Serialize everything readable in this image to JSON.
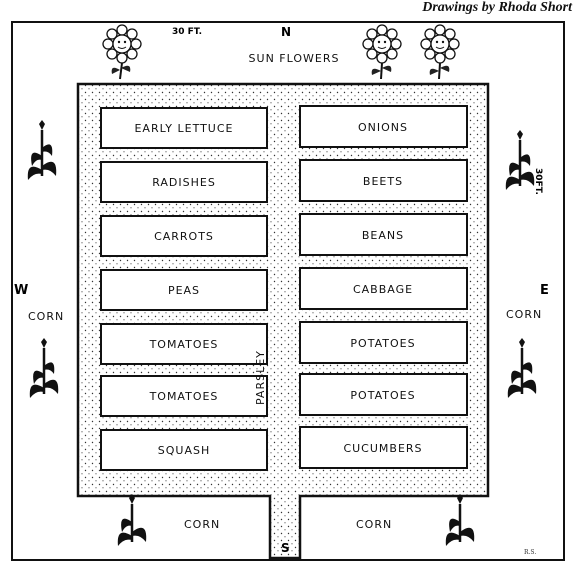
{
  "credit": "Drawings by Rhoda Short",
  "compass": {
    "north": "N",
    "south": "S",
    "west": "W",
    "east": "E"
  },
  "dimensions": {
    "top": "30 FT.",
    "right": "30FT."
  },
  "borders": {
    "top": "SUN FLOWERS",
    "left": "CORN",
    "right": "CORN",
    "bottom_left": "CORN",
    "bottom_right": "CORN"
  },
  "path_label": "PARSLEY",
  "beds_left": [
    "EARLY LETTUCE",
    "RADISHES",
    "CARROTS",
    "PEAS",
    "TOMATOES",
    "TOMATOES",
    "SQUASH"
  ],
  "beds_right": [
    "ONIONS",
    "BEETS",
    "BEANS",
    "CABBAGE",
    "POTATOES",
    "POTATOES",
    "CUCUMBERS"
  ],
  "signature": "R.S."
}
